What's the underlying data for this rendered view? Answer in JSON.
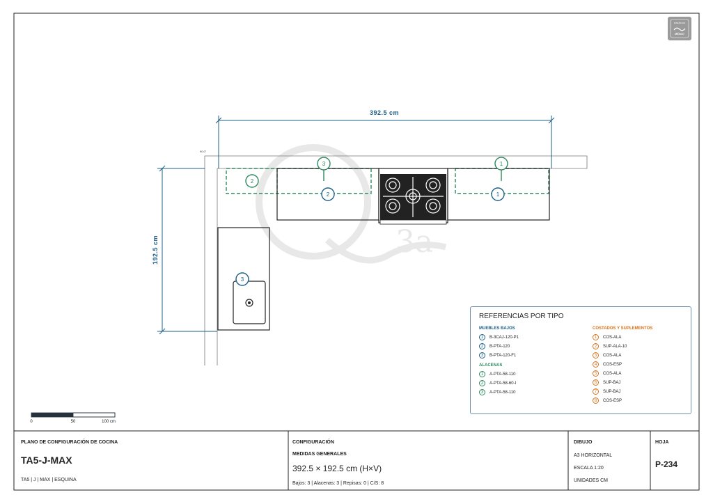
{
  "badge": {
    "line1": "DISEÑO EN",
    "line2": "MÉXICO"
  },
  "dimensions": {
    "width": "392.5 cm",
    "height": "192.5 cm",
    "angle": "90.0°"
  },
  "watermark": "Q3a",
  "plan_markers": {
    "top_left_dashed": "2",
    "top_mid_upper": "3",
    "top_mid_lower": "2",
    "top_right_upper": "1",
    "top_right_lower": "1",
    "left_sink": "3"
  },
  "scale_bar": {
    "labels": [
      "0",
      "50",
      "100 cm"
    ]
  },
  "legend": {
    "title": "REFERENCIAS POR TIPO",
    "muebles_bajos": {
      "title": "MUEBLES BAJOS",
      "items": [
        {
          "num": "1",
          "code": "B-3CAJ-120-P1"
        },
        {
          "num": "2",
          "code": "B-PTA-120"
        },
        {
          "num": "3",
          "code": "B-PTA-120-F1"
        }
      ]
    },
    "alacenas": {
      "title": "ALACENAS",
      "items": [
        {
          "num": "1",
          "code": "A-PTA-58-110"
        },
        {
          "num": "2",
          "code": "A-PTA-58-60-I"
        },
        {
          "num": "3",
          "code": "A-PTA-58-110"
        }
      ]
    },
    "costados": {
      "title": "COSTADOS Y SUPLEMENTOS",
      "items": [
        {
          "num": "1",
          "code": "COS-ALA"
        },
        {
          "num": "2",
          "code": "SUP-ALA-10"
        },
        {
          "num": "3",
          "code": "COS-ALA"
        },
        {
          "num": "4",
          "code": "COS-ESP"
        },
        {
          "num": "5",
          "code": "COS-ALA"
        },
        {
          "num": "6",
          "code": "SUP-BAJ"
        },
        {
          "num": "7",
          "code": "SUP-BAJ"
        },
        {
          "num": "8",
          "code": "COS-ESP"
        }
      ]
    },
    "colors": {
      "bajos": "#1d5f86",
      "alacenas": "#2f8a5f",
      "costados": "#d9731a"
    }
  },
  "title_block": {
    "plan_label": "PLANO DE CONFIGURACIÓN DE COCINA",
    "model": "TA5-J-MAX",
    "subtitle": "TA5 | J | MAX | ESQUINA",
    "config_label": "CONFIGURACIÓN",
    "medidas_label": "MEDIDAS GENERALES",
    "medidas_value": "392.5 × 192.5 cm (H×V)",
    "counts": "Bajos: 3 | Alacenas: 3 | Repisas: 0 | C/S: 8",
    "dibujo_label": "DIBUJO",
    "format": "A3 HORIZONTAL",
    "scale": "ESCALA 1:20",
    "units": "UNIDADES CM",
    "hoja_label": "HOJA",
    "sheet_number": "P-234"
  }
}
